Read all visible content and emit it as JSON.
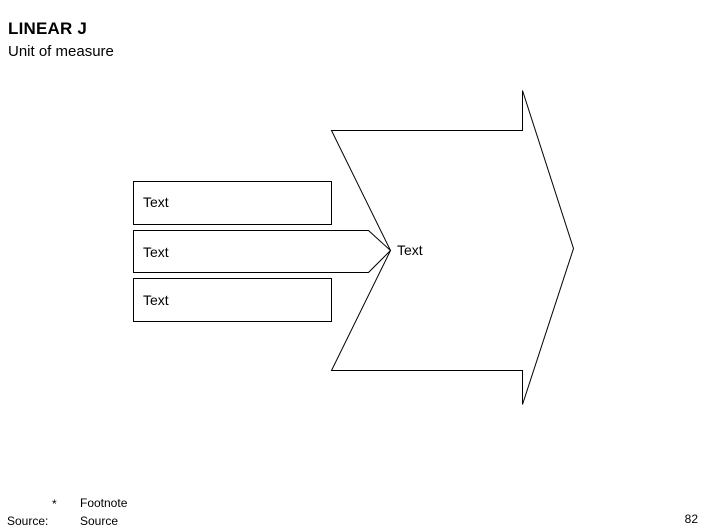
{
  "slide": {
    "title": "LINEAR J",
    "subtitle": "Unit of measure",
    "page_number": "82",
    "background_color": "#ffffff",
    "line_color": "#000000",
    "text_color": "#000000"
  },
  "diagram": {
    "type": "linear-convergence-arrows",
    "input_bars": [
      {
        "label": "Text"
      },
      {
        "label": "Text"
      },
      {
        "label": "Text"
      }
    ],
    "output_chevron": {
      "label": "Text"
    }
  },
  "footer": {
    "footnote_marker": "*",
    "footnote_label": "Footnote",
    "source_label": "Source:",
    "source_value": "Source"
  }
}
